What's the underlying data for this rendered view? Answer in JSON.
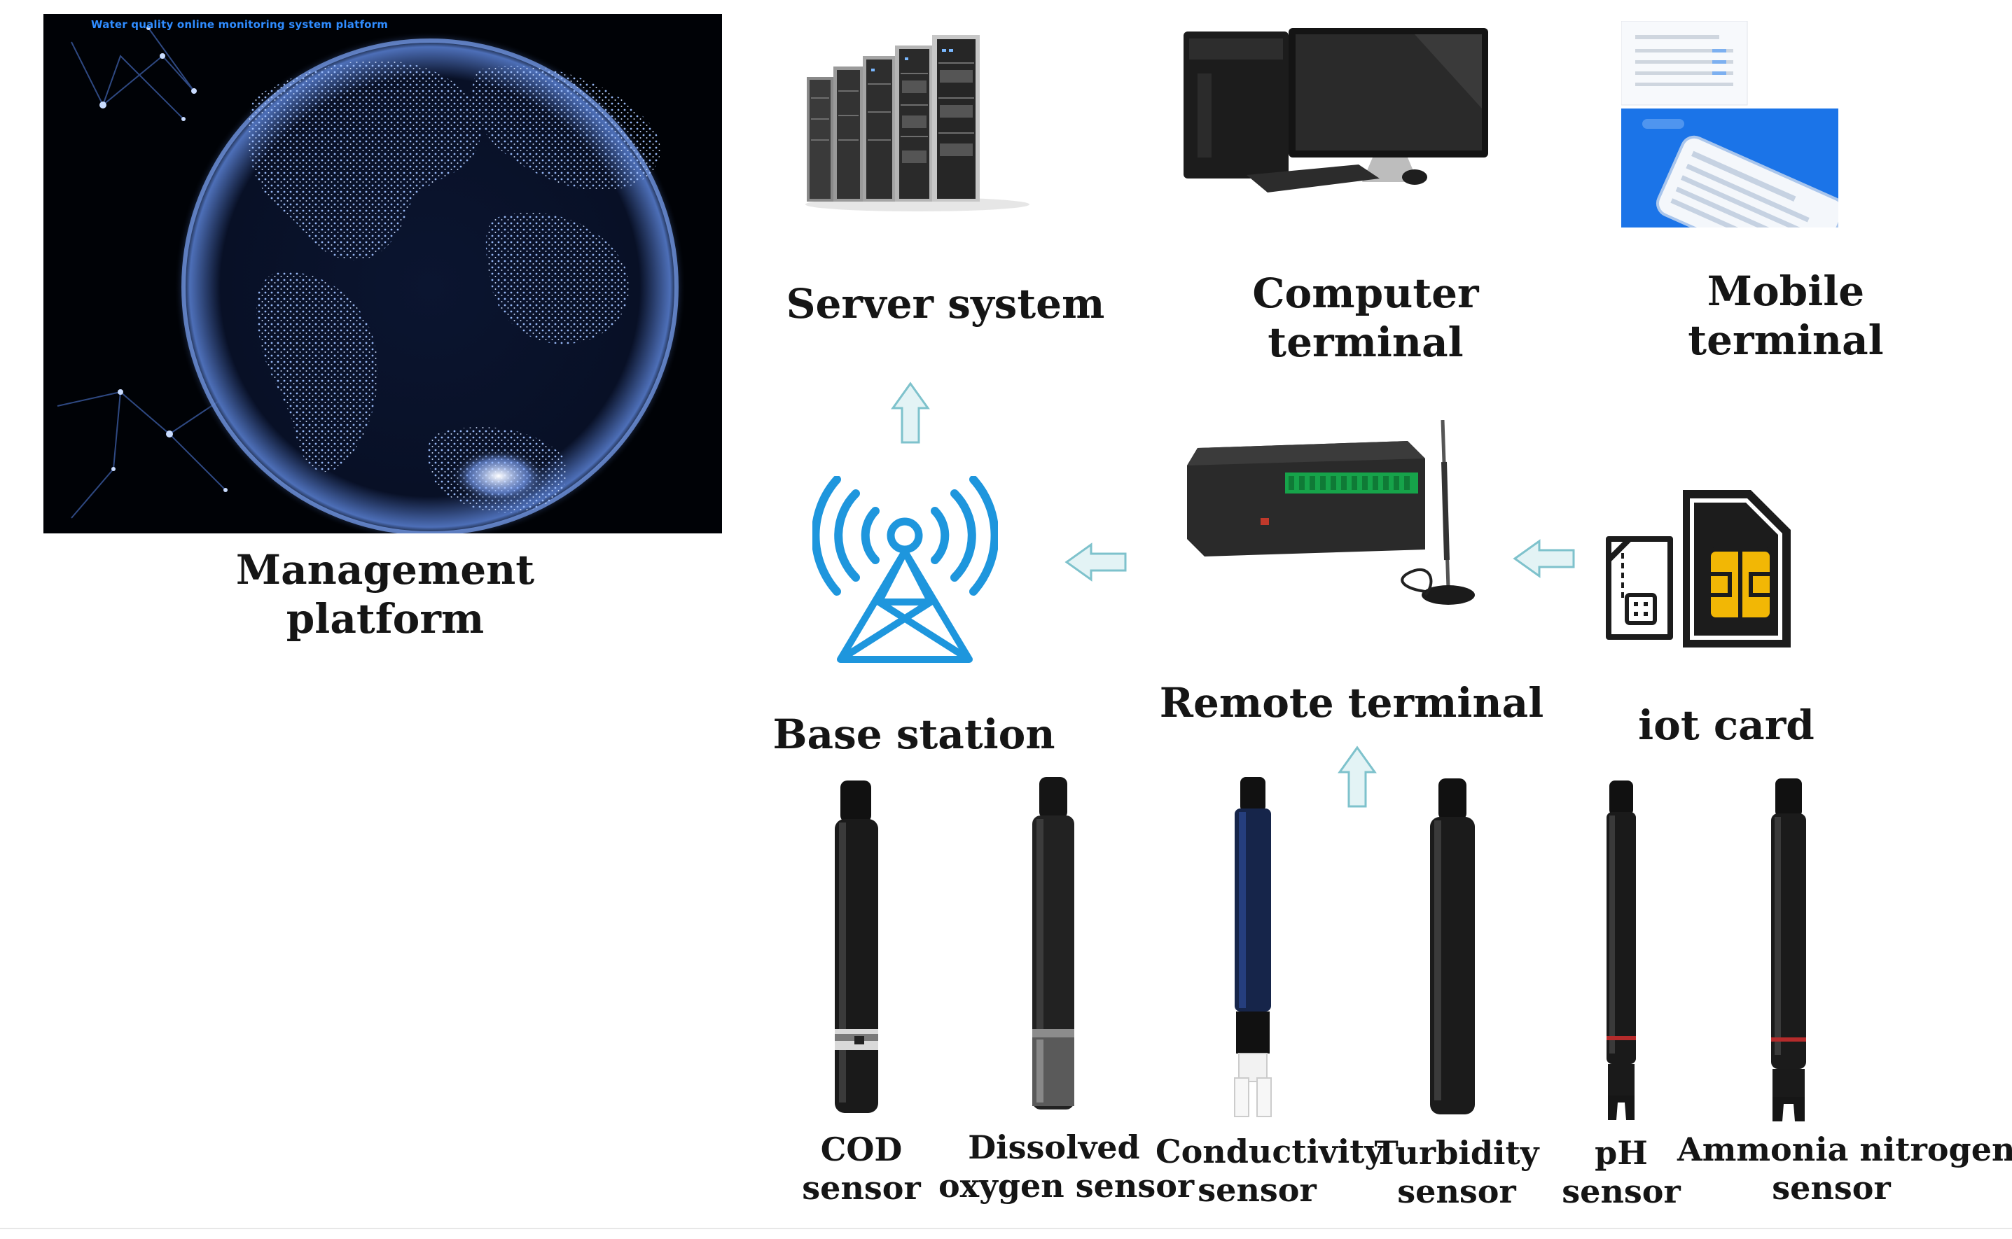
{
  "diagram": {
    "management_platform": {
      "screen_caption": "Water quality online monitoring system platform",
      "label_line1": "Management",
      "label_line2": "platform"
    },
    "server_system": {
      "label": "Server system"
    },
    "computer_terminal": {
      "label_line1": "Computer",
      "label_line2": "terminal"
    },
    "mobile_terminal": {
      "label_line1": "Mobile",
      "label_line2": "terminal"
    },
    "base_station": {
      "label": "Base station"
    },
    "remote_terminal": {
      "label": "Remote terminal"
    },
    "iot_card": {
      "label": "iot card"
    },
    "sensors": [
      {
        "line1": "COD",
        "line2": "sensor"
      },
      {
        "line1": "Dissolved",
        "line2": "oxygen sensor"
      },
      {
        "line1": "Conductivity",
        "line2": "sensor"
      },
      {
        "line1": "Turbidity",
        "line2": "sensor"
      },
      {
        "line1": "pH",
        "line2": "sensor"
      },
      {
        "line1": "Ammonia nitrogen",
        "line2": "sensor"
      }
    ],
    "colors": {
      "arrow_fill": "#e3f3f5",
      "arrow_stroke": "#7ec2cc",
      "tower": "#1e96dd",
      "sim_gold": "#f2b705",
      "mobile_blue": "#1b74e8",
      "globe_dots": "#a9c8ff"
    }
  }
}
